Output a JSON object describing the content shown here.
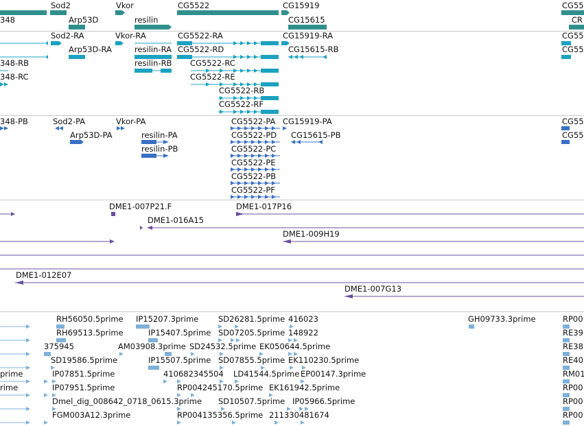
{
  "gene_track": {
    "labels": [
      "348",
      "Sod2",
      "Arp53D",
      "Vkor",
      "resilin",
      "CG5522",
      "CG15919",
      "CG15615",
      "CG55",
      "CR"
    ]
  },
  "transcript_track": {
    "labels": [
      "Sod2-RA",
      "Arp53D-RA",
      "Vkor-RA",
      "resilin-RA",
      "resilin-RB",
      "CG5522-RA",
      "CG5522-RD",
      "CG5522-RC",
      "CG5522-RE",
      "CG5522-RB",
      "CG5522-RF",
      "CG15919-RA",
      "CG15615-RB",
      "348-RB",
      "348-RC",
      "CG55",
      "CG55"
    ]
  },
  "protein_track": {
    "labels": [
      "348-PB",
      "Sod2-PA",
      "Arp53D-PA",
      "Vkor-PA",
      "resilin-PA",
      "resilin-PB",
      "CG5522-PA",
      "CG5522-PD",
      "CG5522-PC",
      "CG5522-PE",
      "CG5522-PB",
      "CG5522-PF",
      "CG15919-PA",
      "CG15615-PB",
      "CG55",
      "CG55"
    ]
  },
  "clone_track": {
    "labels": [
      "DME1-007P21.F",
      "DME1-017P16",
      "DME1-016A15",
      "DME1-009H19",
      "DME1-012E07",
      "DME1-007G13"
    ]
  },
  "est_track": {
    "labels": [
      "RH56050.5prime",
      "IP15207.3prime",
      "SD26281.5prime",
      "416023",
      "GH09733.3prime",
      "RP00",
      "RH69513.5prime",
      "IP15407.5prime",
      "SD07205.5prime",
      "148922",
      "RE39",
      "375945",
      "AM03908.3prime",
      "SD24532.5prime",
      "EK050644.5prime",
      "RE38",
      "SD19586.5prime",
      "IP15507.5prime",
      "SD07855.5prime",
      "EK110230.5prime",
      "RE40",
      "prime",
      "IP07851.5prime",
      "410682345504",
      "LD41544.5prime",
      "EP00147.3prime",
      "RM01",
      "rime",
      "IP07951.5prime",
      "RP004245170.5prime",
      "EK161942.5prime",
      "RP00",
      "Dmel_dig_008642_0718_0615.3prime",
      "SD10507.5prime",
      "IP05966.5prime",
      "RP00",
      "FGM003A12.3prime",
      "RP004135356.5prime",
      "211330481674",
      "RP00"
    ]
  },
  "colors": {
    "gene": "#2f8f8c",
    "transcript": "#1ca2c0",
    "protein": "#3a70c4",
    "clone": "#6b4f9c",
    "est": "#7fb0d8",
    "separator": "#c9c9c9"
  }
}
